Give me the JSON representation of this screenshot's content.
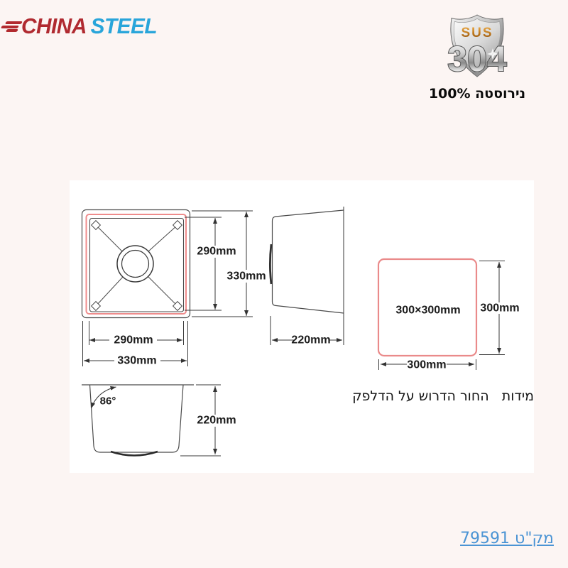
{
  "page": {
    "background": "#fcf5f3",
    "panel_background": "#ffffff"
  },
  "logo": {
    "brand_primary": "CHINA",
    "brand_secondary": "STEEL",
    "primary_color": "#b02a30",
    "secondary_color": "#29a5da"
  },
  "badge": {
    "material_standard": "SUS",
    "grade": "304",
    "subtitle": "נירוסטה 100%"
  },
  "drawing": {
    "top_view": {
      "inner_height": "290mm",
      "outer_height": "330mm",
      "inner_width": "290mm",
      "outer_width": "330mm"
    },
    "side_view": {
      "depth": "220mm"
    },
    "front_view": {
      "angle": "86°",
      "height": "220mm"
    },
    "cutout": {
      "size_label": "300×300mm",
      "height": "300mm",
      "width": "300mm",
      "accent_color": "#ea8a8a"
    },
    "caption": "מידות   החור הדרוש על הדלפק"
  },
  "footer": {
    "catalog_label": "מק\"ט 79591",
    "link_color": "#4b94d4"
  }
}
